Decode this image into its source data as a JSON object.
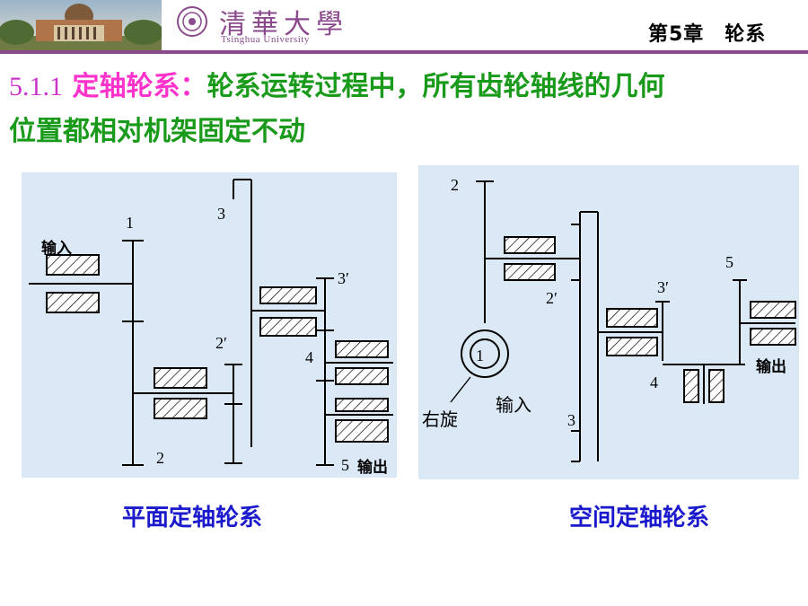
{
  "header": {
    "logo_cn": "清華大學",
    "logo_en": "Tsinghua University",
    "chapter": "第5章　轮系"
  },
  "title": {
    "number": "5.1.1",
    "term": "定轴轮系：",
    "text_line1": "轮系运转过程中，所有齿轮轴线的几何",
    "text_line2": "位置都相对机架固定不动"
  },
  "left_diagram": {
    "caption": "平面定轴轮系",
    "input_label": "输入",
    "output_label": "输出",
    "gear_labels": [
      "1",
      "2",
      "2′",
      "3",
      "3′",
      "4",
      "5"
    ]
  },
  "right_diagram": {
    "caption": "空间定轴轮系",
    "input_label": "输入",
    "output_label": "输出",
    "hand_label": "右旋",
    "gear_labels": [
      "1",
      "2",
      "2′",
      "3",
      "3′",
      "4",
      "5"
    ]
  },
  "colors": {
    "title_number": "#cc33cc",
    "title_term": "#ff33cc",
    "title_text": "#1a9a1a",
    "caption": "#1a1acc",
    "panel": "#dbe9f7",
    "logo": "#8a4a8c"
  }
}
